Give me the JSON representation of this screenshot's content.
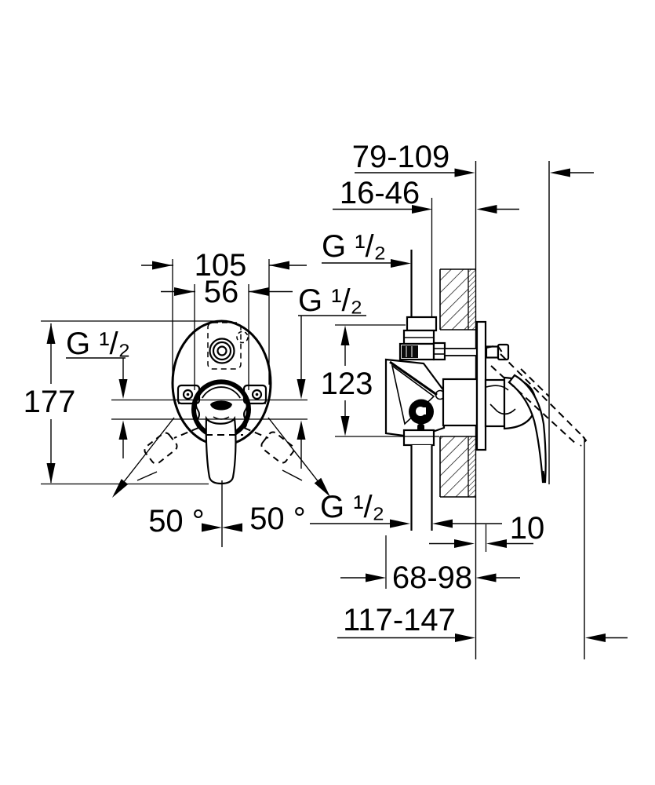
{
  "drawing": {
    "type": "technical-installation-diagram",
    "views": [
      "front-view",
      "side-section-view"
    ]
  },
  "dims": {
    "d105": "105",
    "d56": "56",
    "d177": "177",
    "d123": "123",
    "d10": "10",
    "d68_98": "68-98",
    "d79_109": "79-109",
    "d16_46": "16-46",
    "d117_147": "117-147",
    "angle_left": "50 °",
    "angle_right": "50 °",
    "g_front_left": "G ¹/₂",
    "g_front_right": "G ¹/₂",
    "g_top": "G ¹/₂",
    "g_bottom": "G ¹/₂"
  },
  "colors": {
    "line": "#000000",
    "background": "#ffffff"
  }
}
